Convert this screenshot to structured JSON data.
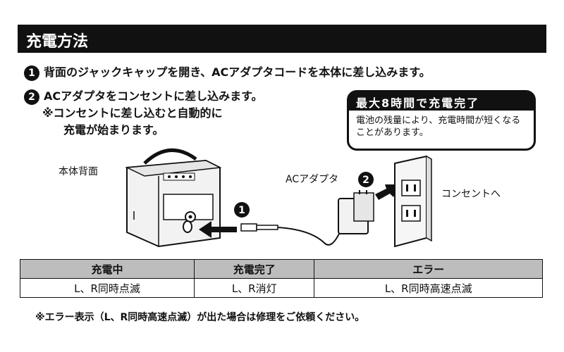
{
  "header": {
    "title": "充電方法"
  },
  "steps": {
    "step1": {
      "number": "1",
      "text": "背面のジャックキャップを開き、ACアダプタコードを本体に差し込みます。"
    },
    "step2": {
      "number": "2",
      "text": "ACアダプタをコンセントに差し込みます。",
      "note_line1": "※コンセントに差し込むと自動的に",
      "note_line2": "充電が始まります。"
    }
  },
  "callout": {
    "title": "最大8時間で充電完了",
    "body": "電池の残量により、充電時間が短くなることがあります。"
  },
  "diagram": {
    "label_back": "本体背面",
    "label_adapter": "ACアダプタ",
    "label_outlet": "コンセントへ",
    "marker1": "1",
    "marker2": "2"
  },
  "table": {
    "headers": [
      "充電中",
      "充電完了",
      "エラー"
    ],
    "row": [
      "L、R同時点滅",
      "L、R消灯",
      "L、R同時高速点滅"
    ]
  },
  "footnote": "※エラー表示（L、R同時高速点滅）が出た場合は修理をご依頼ください。"
}
